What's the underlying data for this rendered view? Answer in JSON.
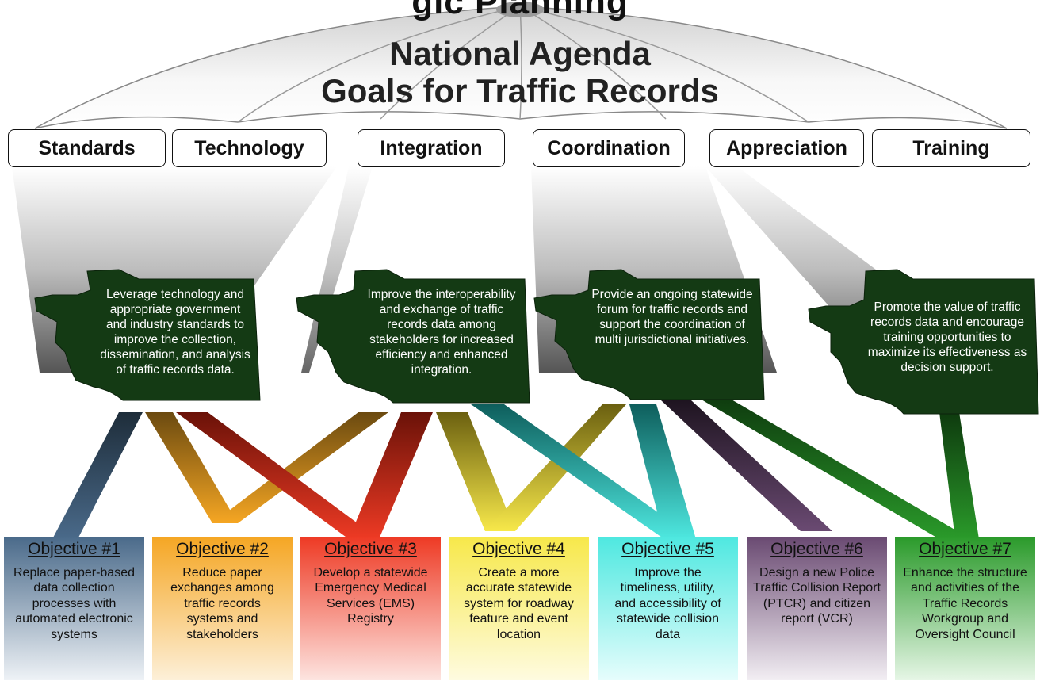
{
  "header": {
    "partial_title": "gic Planning",
    "title_line1": "National Agenda",
    "title_line2": "Goals for Traffic Records"
  },
  "goals": [
    {
      "label": "Standards"
    },
    {
      "label": "Technology"
    },
    {
      "label": "Integration"
    },
    {
      "label": "Coordination"
    },
    {
      "label": "Appreciation"
    },
    {
      "label": "Training"
    }
  ],
  "state_goals": [
    {
      "text": "Leverage technology and appropriate government and industry standards to improve the collection, dissemination, and analysis of traffic records data."
    },
    {
      "text": "Improve the interoperability and exchange of traffic records data among stakeholders for increased efficiency and enhanced integration."
    },
    {
      "text": "Provide an ongoing statewide forum for traffic records and support the coordination of multi jurisdictional initiatives."
    },
    {
      "text": "Promote the value of traffic records data and encourage training opportunities to maximize its effectiveness as decision support."
    }
  ],
  "objectives": [
    {
      "title": "Objective #1",
      "text": "Replace paper-based data collection processes with automated electronic systems",
      "color": "#4a6a8a"
    },
    {
      "title": "Objective #2",
      "text": "Reduce paper exchanges among traffic records systems and stakeholders",
      "color": "#f5a623"
    },
    {
      "title": "Objective #3",
      "text": "Develop a statewide Emergency Medical Services (EMS) Registry",
      "color": "#ee3a24"
    },
    {
      "title": "Objective #4",
      "text": "Create a more accurate statewide system for roadway feature and event location",
      "color": "#f7e84a"
    },
    {
      "title": "Objective #5",
      "text": "Improve the timeliness, utility, and accessibility of statewide collision data",
      "color": "#4ee8e0"
    },
    {
      "title": "Objective #6",
      "text": "Design a new Police Traffic Collision Report (PTCR) and citizen report (VCR)",
      "color": "#6a4a72"
    },
    {
      "title": "Objective #7",
      "text": "Enhance the structure and activities of the Traffic Records Workgroup and Oversight Council",
      "color": "#2a9a2a"
    }
  ]
}
